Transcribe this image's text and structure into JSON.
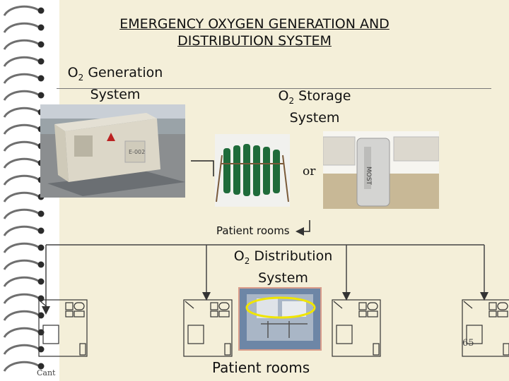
{
  "title": {
    "line1": "EMERGENCY OXYGEN GENERATION AND",
    "line2": "DISTRIBUTION SYSTEM"
  },
  "generation": {
    "prefix": "O",
    "sub": "2",
    "suffix": " Generation",
    "line2": "System"
  },
  "storage": {
    "prefix": "O",
    "sub": "2",
    "suffix": " Storage",
    "line2": "System"
  },
  "or_label": "or",
  "patient_rooms_top": "Patient rooms",
  "distribution": {
    "prefix": "O",
    "sub": "2",
    "suffix": " Distribution",
    "line2": "System"
  },
  "patient_rooms_bottom": "Patient rooms",
  "footer_left": "Cant",
  "page_number": "65",
  "unit_label": "E-002",
  "most_label": "MOST"
}
